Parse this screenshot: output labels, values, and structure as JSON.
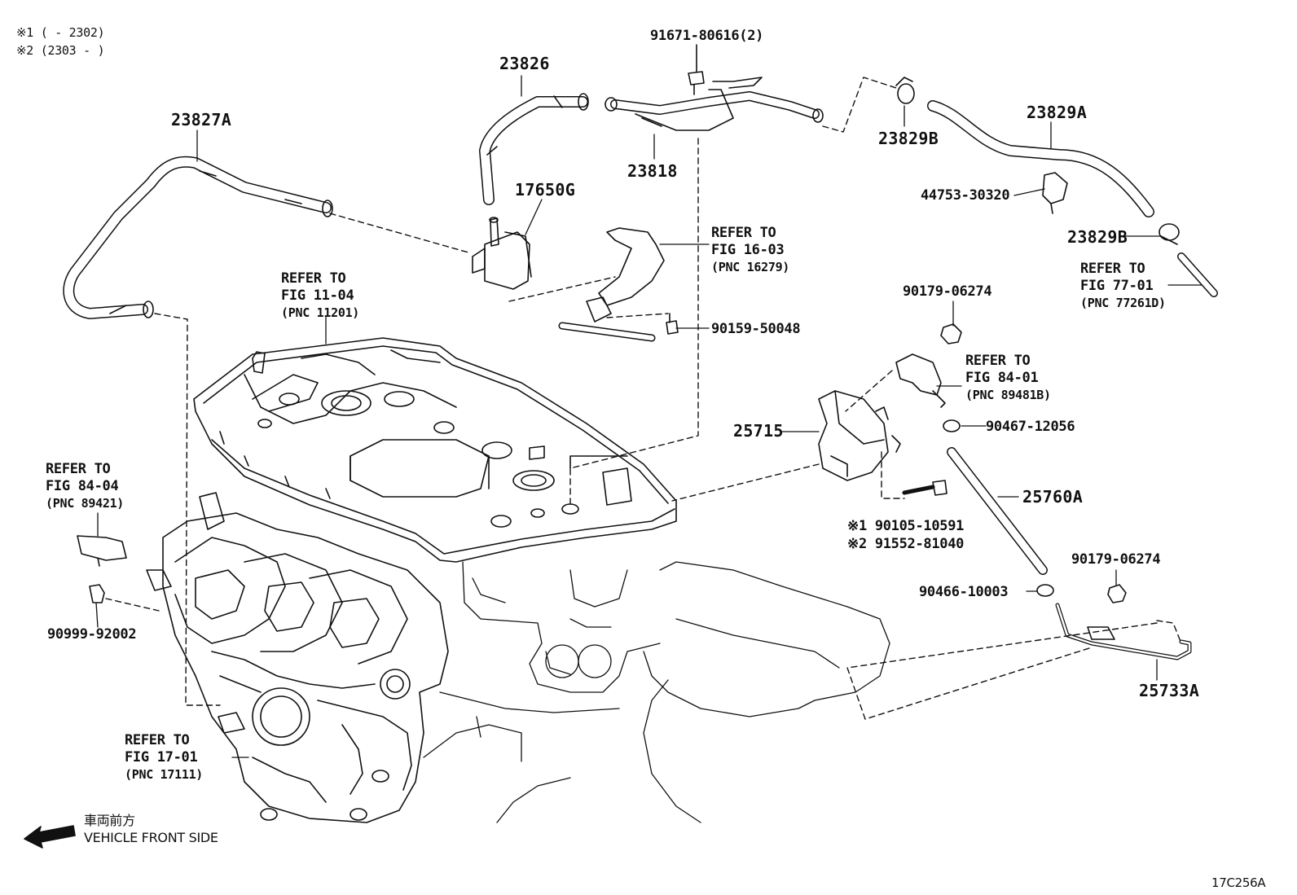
{
  "notes": {
    "n1": "※1 (      - 2302)",
    "n2": "※2 (2303 -      )"
  },
  "parts": {
    "p23826": "23826",
    "p91671": "91671-80616(2)",
    "p23827A": "23827A",
    "p17650G": "17650G",
    "p23818": "23818",
    "p23829B_top": "23829B",
    "p23829A": "23829A",
    "p44753": "44753-30320",
    "p23829B_2": "23829B",
    "p90159": "90159-50048",
    "p90179_top": "90179-06274",
    "p25715": "25715",
    "p90467": "90467-12056",
    "p25760A": "25760A",
    "p90105": "※1 90105-10591",
    "p91552": "※2 91552-81040",
    "p90179_bot": "90179-06274",
    "p90466": "90466-10003",
    "p25733A": "25733A",
    "p90999": "90999-92002"
  },
  "refs": {
    "r16": {
      "l1": "REFER TO",
      "l2": "FIG 16-03",
      "l3": "(PNC 16279)"
    },
    "r11": {
      "l1": "REFER TO",
      "l2": "FIG 11-04",
      "l3": "(PNC 11201)"
    },
    "r77": {
      "l1": "REFER TO",
      "l2": "FIG 77-01",
      "l3": "(PNC 77261D)"
    },
    "r8401": {
      "l1": "REFER TO",
      "l2": "FIG 84-01",
      "l3": "(PNC 89481B)"
    },
    "r8404": {
      "l1": "REFER TO",
      "l2": "FIG 84-04",
      "l3": "(PNC 89421)"
    },
    "r17": {
      "l1": "REFER TO",
      "l2": "FIG 17-01",
      "l3": "(PNC 17111)"
    }
  },
  "orientation": {
    "jp": "車両前方",
    "en": "VEHICLE FRONT SIDE",
    "icon": "arrow-left-icon"
  },
  "figure_code": "17C256A"
}
